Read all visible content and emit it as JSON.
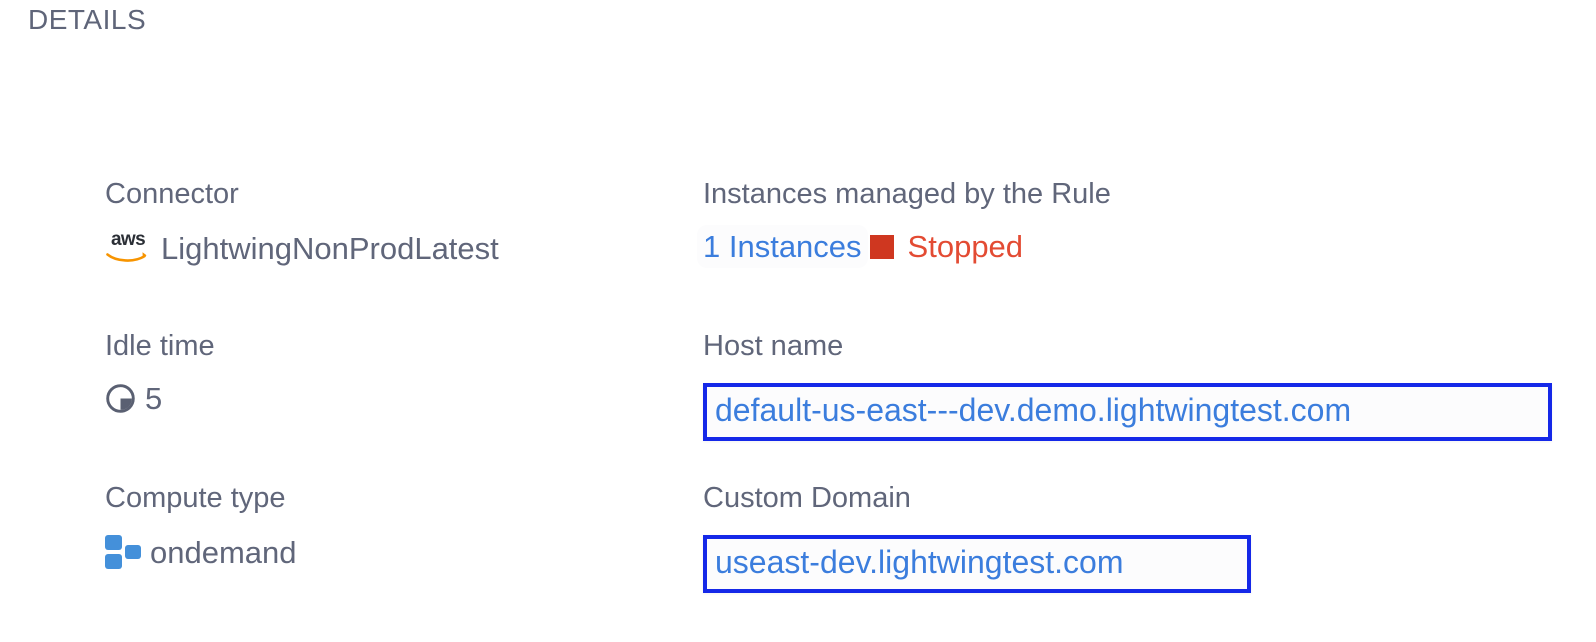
{
  "section": {
    "title": "DETAILS"
  },
  "colors": {
    "label": "#60667a",
    "link": "#3b7ddd",
    "highlight_border": "#1528e8",
    "status_red": "#e34b33",
    "status_square": "#cf3720",
    "compute_blue": "#4490da",
    "aws_orange": "#f79400",
    "aws_dark": "#2b2f36"
  },
  "fields": {
    "connector": {
      "label": "Connector",
      "icon": "aws-logo-icon",
      "value": "LightwingNonProdLatest"
    },
    "instances": {
      "label": "Instances managed by the Rule",
      "count_label": "1 Instances",
      "status": "Stopped",
      "status_icon": "stopped-square-icon"
    },
    "idle_time": {
      "label": "Idle time",
      "icon": "clock-icon",
      "value": "5"
    },
    "host_name": {
      "label": "Host name",
      "value": "default-us-east---dev.demo.lightwingtest.com"
    },
    "compute_type": {
      "label": "Compute type",
      "icon": "compute-squares-icon",
      "value": "ondemand"
    },
    "custom_domain": {
      "label": "Custom Domain",
      "value": "useast-dev.lightwingtest.com"
    }
  }
}
